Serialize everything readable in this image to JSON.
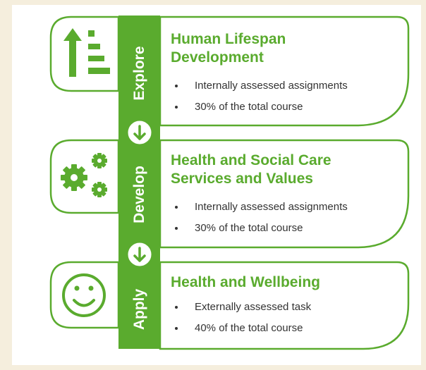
{
  "colors": {
    "accent": "#5aab2e",
    "background": "#f5eedd",
    "panel": "#ffffff",
    "text": "#333333"
  },
  "stages": [
    {
      "label": "Explore",
      "icon": "progress-bars-icon",
      "title_lines": [
        "Human Lifespan",
        "Development"
      ],
      "bullets": [
        "Internally assessed assignments",
        "30% of the total course"
      ]
    },
    {
      "label": "Develop",
      "icon": "gears-icon",
      "title_lines": [
        "Health and Social Care",
        "Services and Values"
      ],
      "bullets": [
        "Internally assessed assignments",
        "30% of the total course"
      ]
    },
    {
      "label": "Apply",
      "icon": "smiley-face-icon",
      "title_lines": [
        "Health and Wellbeing"
      ],
      "bullets": [
        "Externally assessed task",
        "40% of the total course"
      ]
    }
  ],
  "connectors": [
    "arrow-down-icon",
    "arrow-down-icon"
  ]
}
